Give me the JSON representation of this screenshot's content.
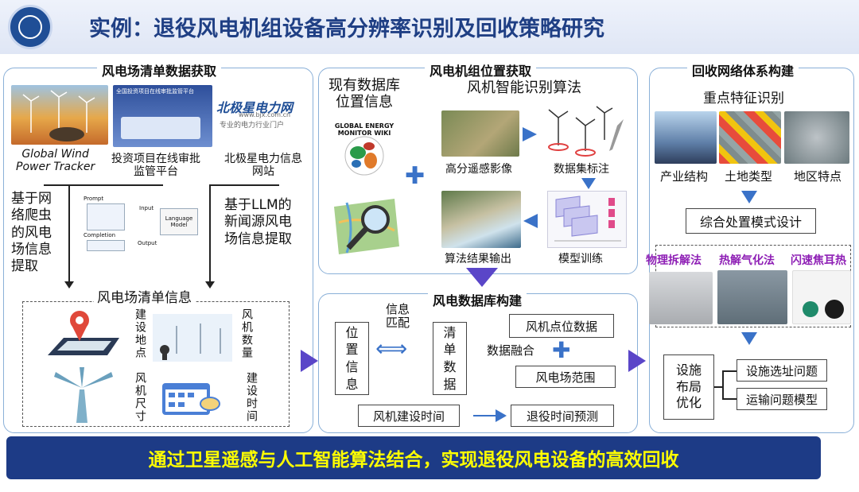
{
  "header": {
    "title": "实例：退役风电机组设备高分辨率识别及回收策略研究"
  },
  "left": {
    "title": "风电场清单数据获取",
    "sources": [
      {
        "label": "Global Wind\nPower Tracker"
      },
      {
        "label": "投资项目在线审批\n监管平台",
        "banner": "全国投资项目在线审批监管平台"
      },
      {
        "label": "北极星电力信息\n网站",
        "logo": "北极星电力网",
        "url": "www.bjx.com.cn",
        "tagline": "专业的电力行业门户"
      }
    ],
    "crawler_text": "基于网\n络爬虫\n的风电\n场信息\n提取",
    "llm_text": "基于LLM的\n新闻源风电\n场信息提取",
    "llm_diagram": {
      "prompt": "Prompt",
      "input": "Input",
      "model": "Language\nModel",
      "completion": "Completion",
      "output": "Output"
    },
    "list_title": "风电场清单信息",
    "list_items": [
      "建设地点",
      "风机数量",
      "风机尺寸",
      "建设时间"
    ]
  },
  "middle_top": {
    "title": "风电机组位置获取",
    "existing": "现有数据库\n位置信息",
    "gem_label": "GLOBAL ENERGY MONITOR WIKI",
    "algo_title": "风机智能识别算法",
    "steps": [
      "高分遥感影像",
      "数据集标注",
      "模型训练",
      "算法结果输出"
    ]
  },
  "middle_bottom": {
    "title": "风电数据库构建",
    "position_box": "位置信息",
    "match": "信息\n匹配",
    "list_box": "清单数据",
    "turbine_points": "风机点位数据",
    "fusion": "数据融合",
    "farm_range": "风电场范围",
    "build_time": "风机建设时间",
    "retire": "退役时间预测"
  },
  "right": {
    "title": "回收网络体系构建",
    "features_title": "重点特征识别",
    "features": [
      "产业结构",
      "土地类型",
      "地区特点"
    ],
    "design": "综合处置模式设计",
    "methods": [
      "物理拆解法",
      "热解气化法",
      "闪速焦耳热"
    ],
    "opt": "设施\n布局\n优化",
    "problems": [
      "设施选址问题",
      "运输问题模型"
    ]
  },
  "footer": {
    "banner": "通过卫星遥感与人工智能算法结合，实现退役风电设备的高效回收"
  },
  "colors": {
    "title": "#1f3f84",
    "accent": "#5a46c8",
    "banner_bg": "#1d3b86",
    "banner_text": "#ffff00",
    "method_text": "#8e1fb5"
  }
}
